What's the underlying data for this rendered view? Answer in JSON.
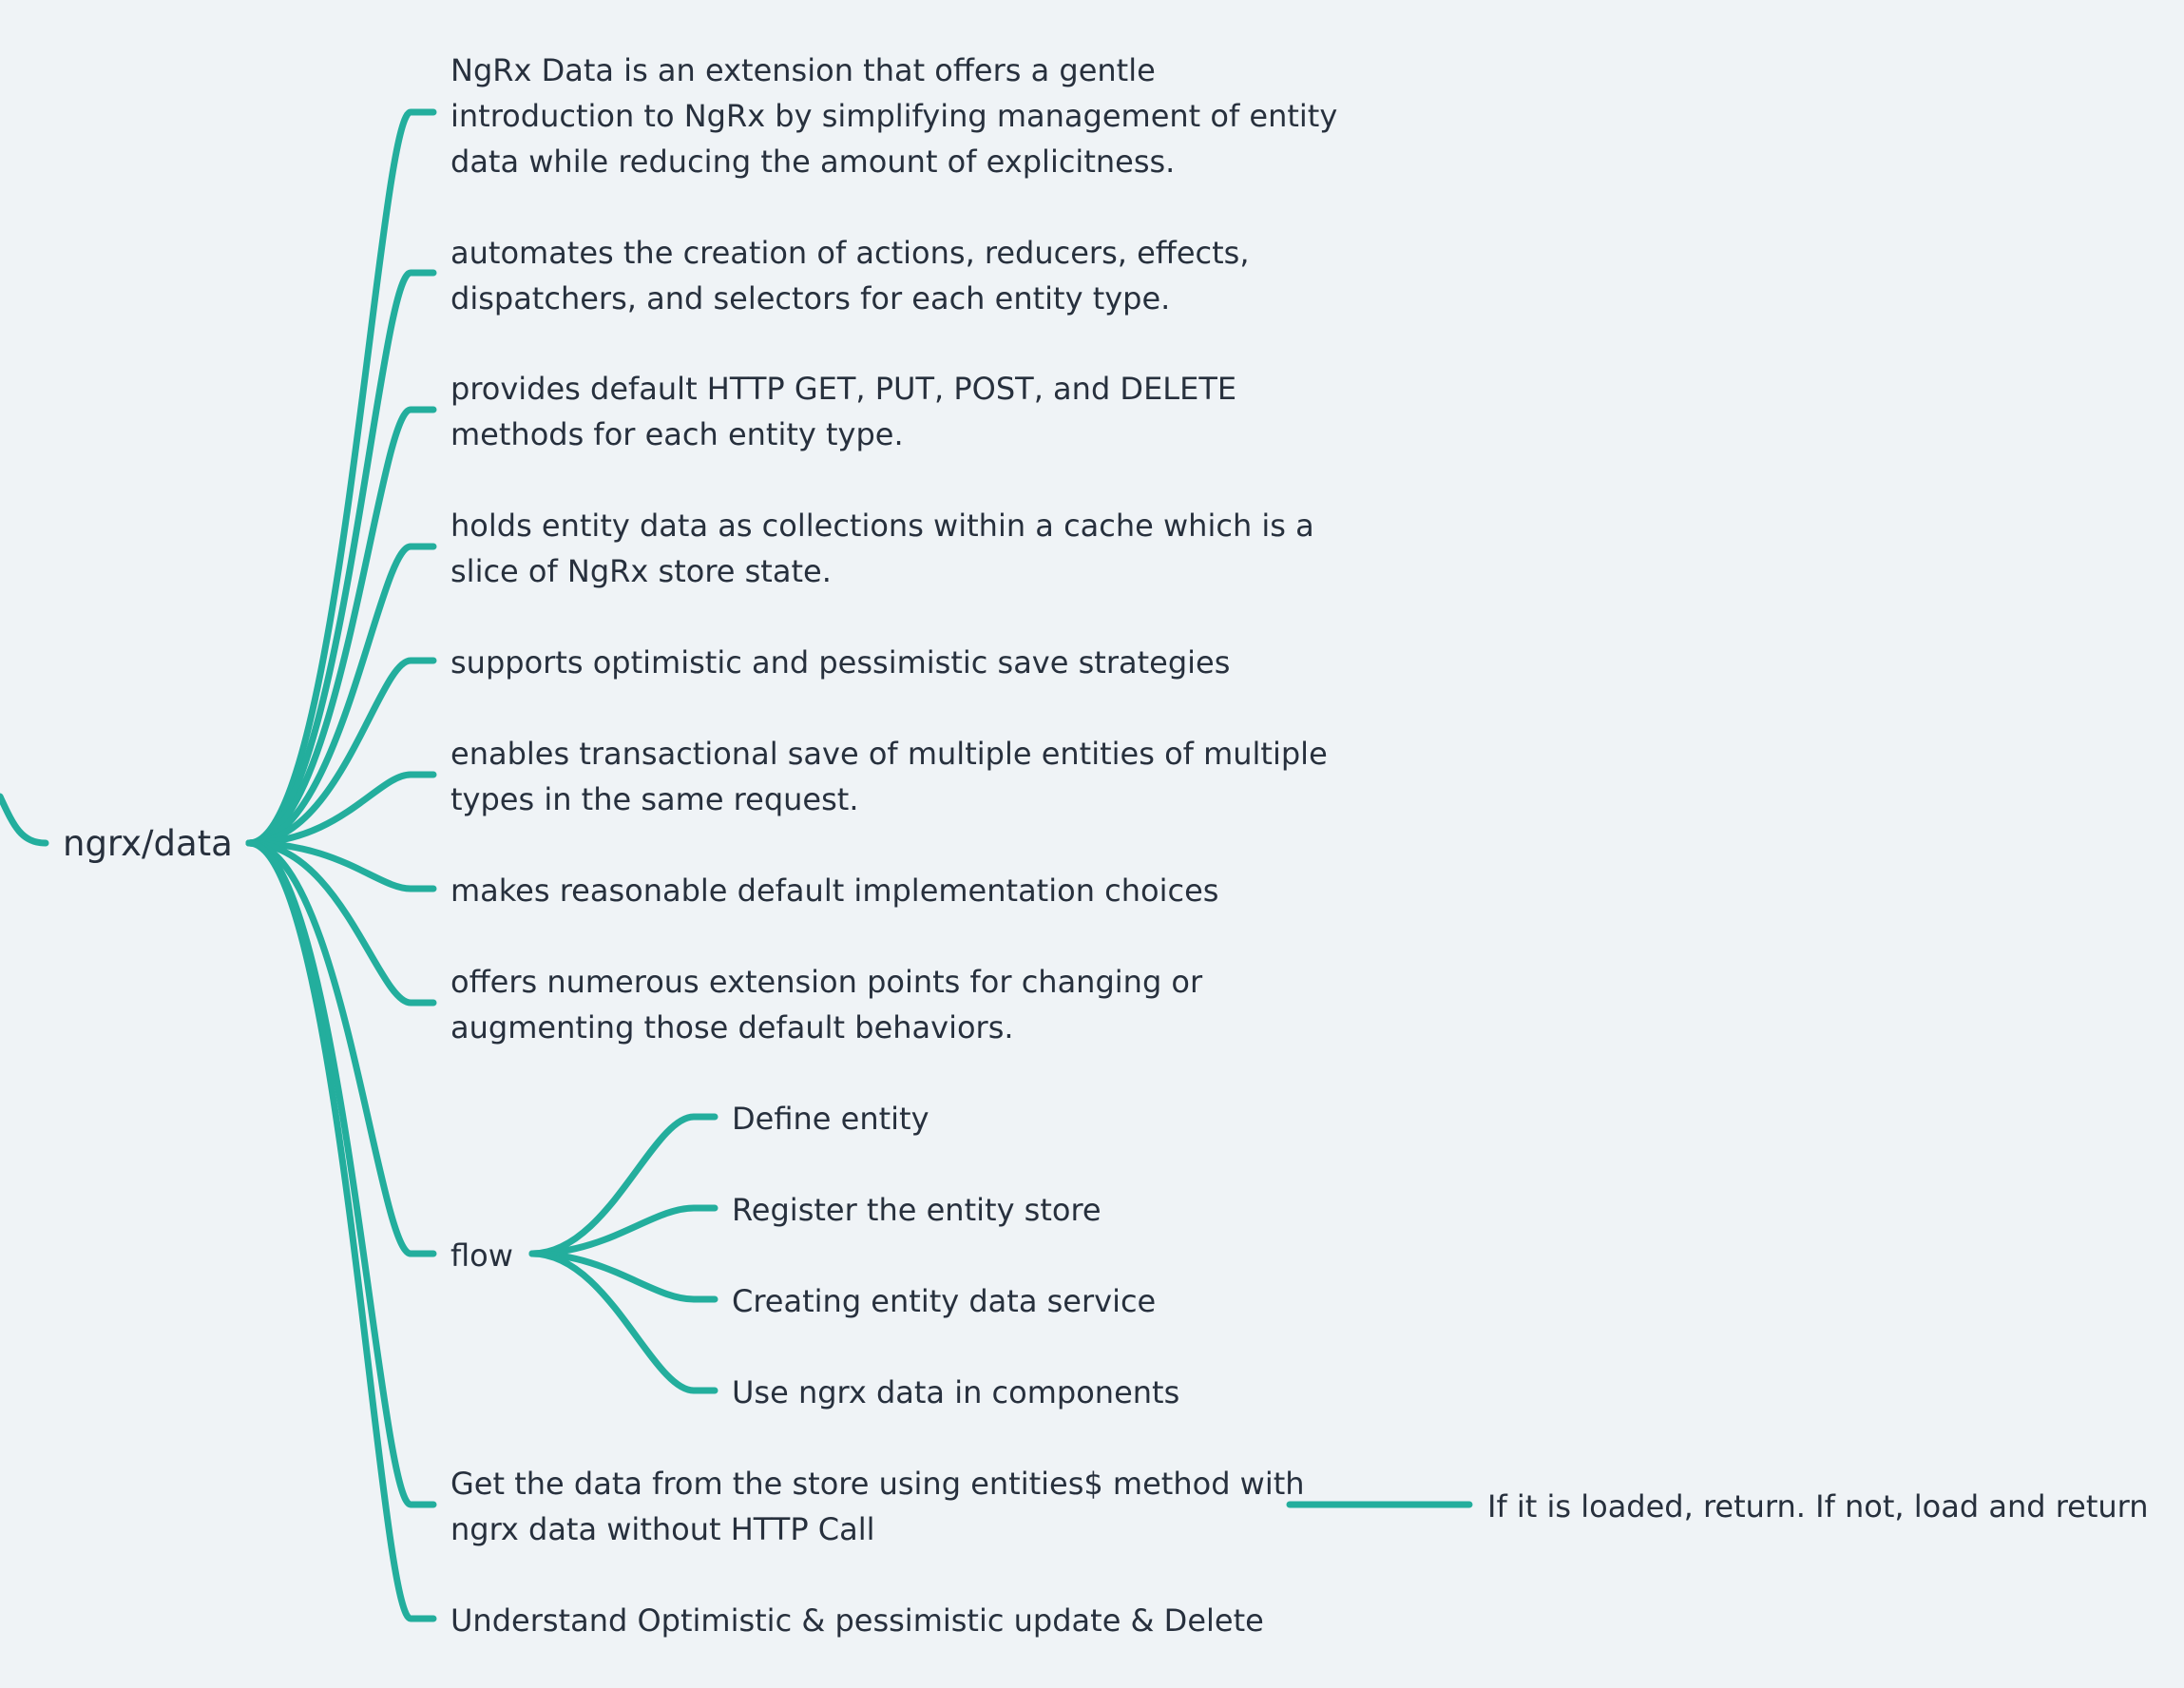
{
  "mindmap": {
    "line_color": "#23ae9d",
    "text_color": "#27303d",
    "background": "#eff3f6",
    "root": {
      "label": "ngrx/data"
    },
    "children": [
      {
        "label": "NgRx Data is an extension that offers a gentle\nintroduction to NgRx by simplifying management of entity\ndata while reducing the amount of explicitness."
      },
      {
        "label": "automates the creation of actions, reducers, effects,\ndispatchers, and selectors for each entity type."
      },
      {
        "label": "provides default HTTP GET, PUT, POST, and DELETE\nmethods for each entity type."
      },
      {
        "label": "holds entity data as collections within a cache which is a\nslice of NgRx store state."
      },
      {
        "label": "supports optimistic and pessimistic save strategies"
      },
      {
        "label": "enables transactional save of multiple entities of multiple\ntypes in the same request."
      },
      {
        "label": "makes reasonable default implementation choices"
      },
      {
        "label": "offers numerous extension points for changing or\naugmenting those default behaviors."
      },
      {
        "label": "flow",
        "children": [
          {
            "label": "Define entity"
          },
          {
            "label": "Register the entity store"
          },
          {
            "label": "Creating entity data service"
          },
          {
            "label": "Use ngrx data in components"
          }
        ]
      },
      {
        "label": "Get the data from the store using entities$ method with\nngrx data without HTTP Call",
        "children": [
          {
            "label": "If it is loaded, return. If not, load and return"
          }
        ]
      },
      {
        "label": "Understand Optimistic & pessimistic update & Delete"
      }
    ]
  }
}
